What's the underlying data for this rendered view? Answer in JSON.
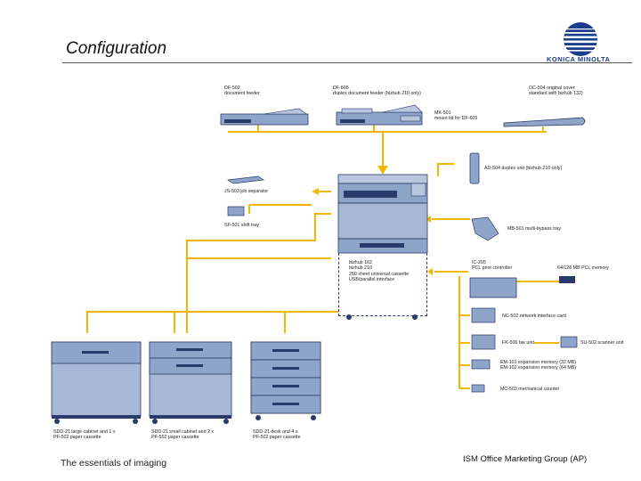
{
  "page": {
    "title": "Configuration",
    "brand": "KONICA MINOLTA",
    "footer_left": "The essentials of imaging",
    "footer_right": "ISM Office Marketing Group (AP)"
  },
  "colors": {
    "connector": "#f2b705",
    "device": "#8ea4c8",
    "device_dark": "#2a3a6b",
    "brand_blue": "#1c3d8c"
  },
  "labels": {
    "df502": "DF-502\ndocument feeder",
    "df605": "DF-605\nduplex document feeder (bizhub 210 only)",
    "oc504": "OC-504 original cover\nstandard with bizhub 132)",
    "mk501": "MK-501\nmount kit for DF-605",
    "ad504": "AD-504 duplex unit (bizhub 210 only)",
    "js503": "JS-503 job separator",
    "sf501": "SF-501 shift tray",
    "mb501": "MB-501 multi-bypass tray",
    "main_unit": "bizhub 162\nbizhub 210\n250 sheet universal cassette\nUSB/parallel interface",
    "ic205": "IC-205\nPCL print controller",
    "memory": "64/128 MB PCL memory",
    "nc502": "NC-502 network interface card",
    "fk506": "FK-506 fax unit",
    "su502": "SU-502 scanner unit",
    "em": "EM-101 expansion memory (32 MB)\nEM-102 expansion memory (64 MB)",
    "mc": "MC-503 mechanical counter",
    "sdd1": "SDD-21 large cabinet and 1 x\nPF-502 paper cassette",
    "sdd2": "SDD-21 small cabinet and 2 x\nPF-502 paper cassette",
    "sdd3": "SDD-21 desk and 4 x\nPF-502 paper cassette"
  }
}
